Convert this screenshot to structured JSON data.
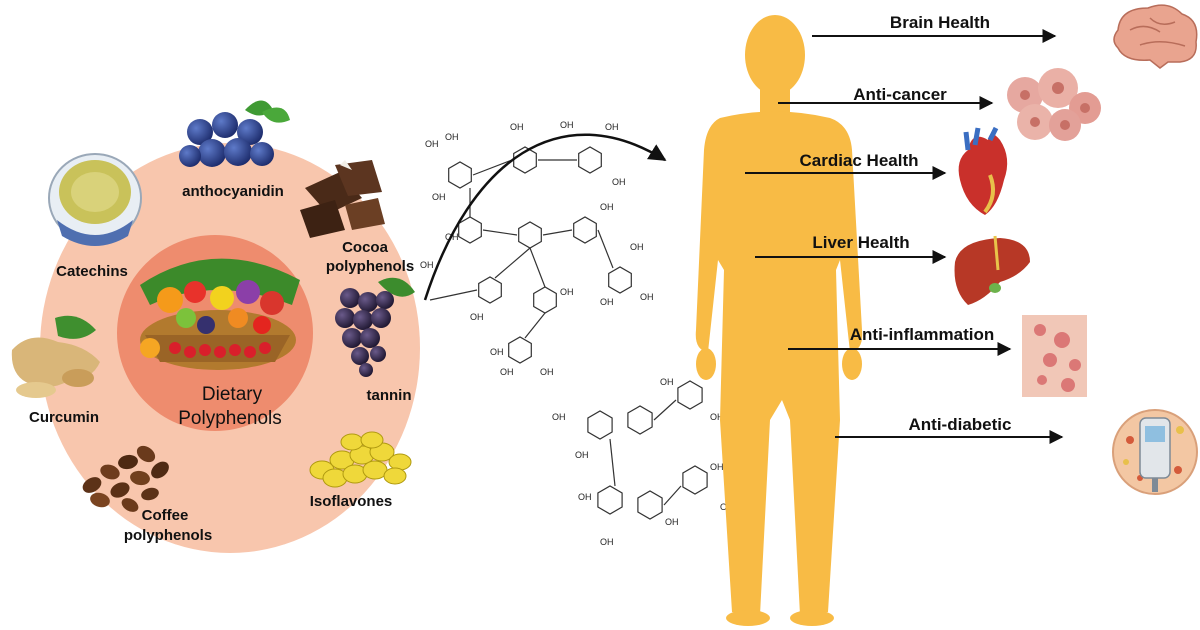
{
  "center": {
    "line1": "Dietary",
    "line2": "Polyphenols"
  },
  "sources": {
    "anthocyanidin": "anthocyanidin",
    "catechins": "Catechins",
    "cocoa_line1": "Cocoa",
    "cocoa_line2": "polyphenols",
    "curcumin": "Curcumin",
    "tannin": "tannin",
    "coffee_line1": "Coffee",
    "coffee_line2": "polyphenols",
    "isoflavones": "Isoflavones"
  },
  "benefits": [
    {
      "label": "Brain Health",
      "icon": "brain-icon"
    },
    {
      "label": "Anti-cancer",
      "icon": "cancer-cells-icon"
    },
    {
      "label": "Cardiac Health",
      "icon": "heart-icon"
    },
    {
      "label": "Liver Health",
      "icon": "liver-icon"
    },
    {
      "label": "Anti-inflammation",
      "icon": "inflamed-skin-icon"
    },
    {
      "label": "Anti-diabetic",
      "icon": "glucose-meter-icon"
    }
  ],
  "chem_label": "OH",
  "colors": {
    "outer_circle": "#f7c7ae",
    "inner_circle": "#ee8a6c",
    "body": "#f8bb45",
    "arrow": "#111111"
  }
}
